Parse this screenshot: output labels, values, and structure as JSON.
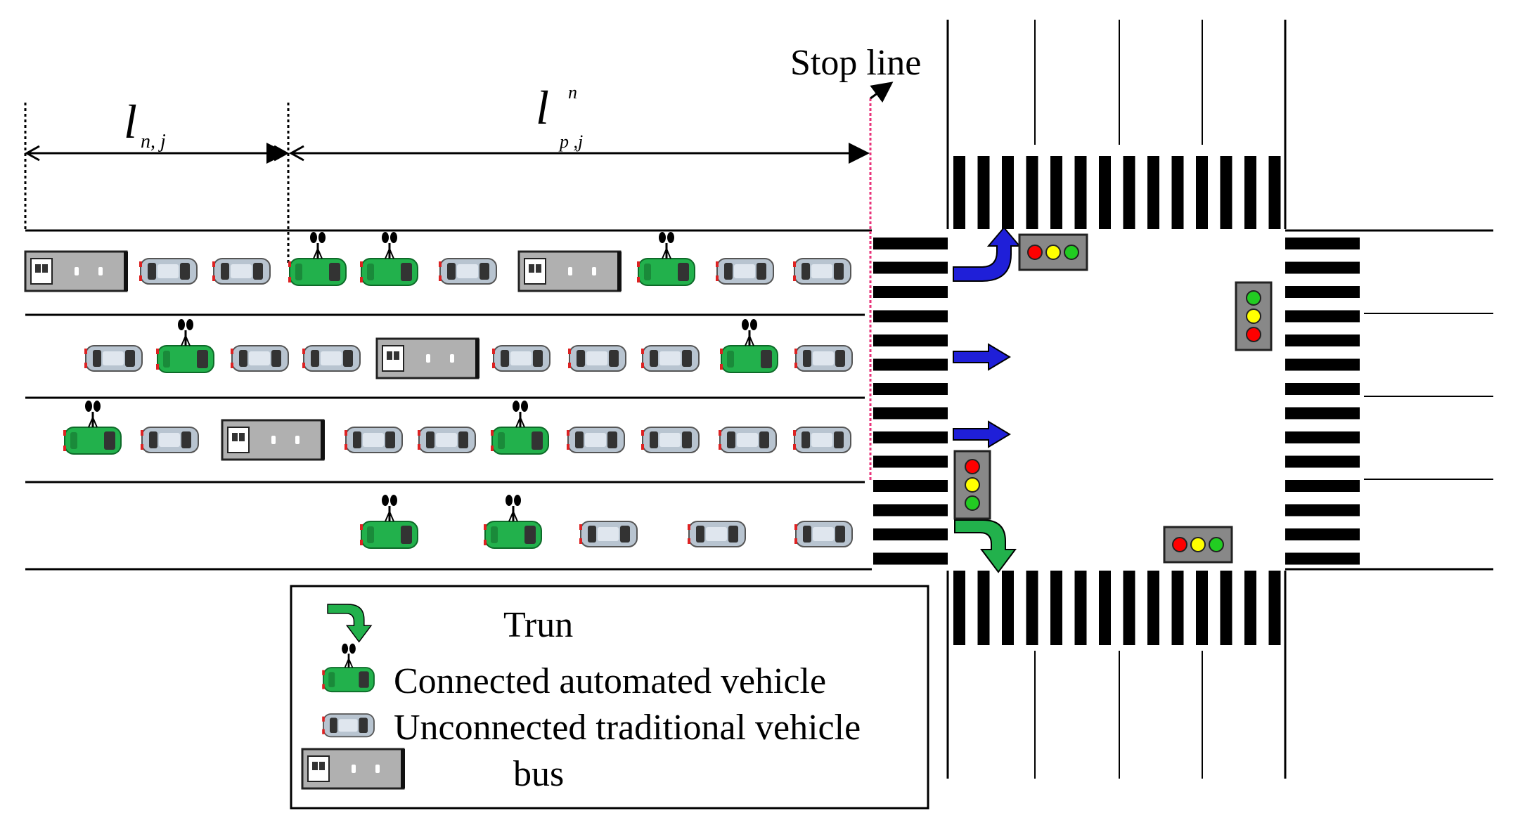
{
  "labels": {
    "stop_line": "Stop line",
    "dist_left_main": "l",
    "dist_left_sub": "n, j",
    "dist_right_main": "l",
    "dist_right_sup": "n",
    "dist_right_sub": "p ,j"
  },
  "legend": {
    "turn": "Trun",
    "cav": "Connected automated vehicle",
    "uv": "Unconnected traditional vehicle",
    "bus": "bus"
  },
  "colors": {
    "cav_body": "#22b14c",
    "uv_body": "#b8c4d0",
    "bus_body": "#b0b0b0",
    "arrow_blue": "#1f1fd8",
    "arrow_green": "#22b14c",
    "stop_line": "#e8337a",
    "signal_red": "#ff0000",
    "signal_yellow": "#ffff00",
    "signal_green": "#22cc22"
  },
  "lanes": [
    {
      "vehicles": [
        "bus",
        "uv",
        "uv",
        "cav",
        "cav",
        "uv",
        "bus",
        "cav",
        "uv",
        "uv"
      ]
    },
    {
      "vehicles": [
        "uv",
        "cav",
        "uv",
        "uv",
        "bus",
        "uv",
        "uv",
        "uv",
        "cav",
        "uv"
      ]
    },
    {
      "vehicles": [
        "cav",
        "uv",
        "bus",
        "uv",
        "uv",
        "cav",
        "uv",
        "uv",
        "uv",
        "uv"
      ]
    },
    {
      "vehicles": [
        "cav",
        "cav",
        "uv",
        "uv",
        "uv"
      ]
    }
  ],
  "lane_arrows": [
    "turn-left-icon",
    "straight-icon",
    "straight-icon",
    "turn-right-icon"
  ]
}
